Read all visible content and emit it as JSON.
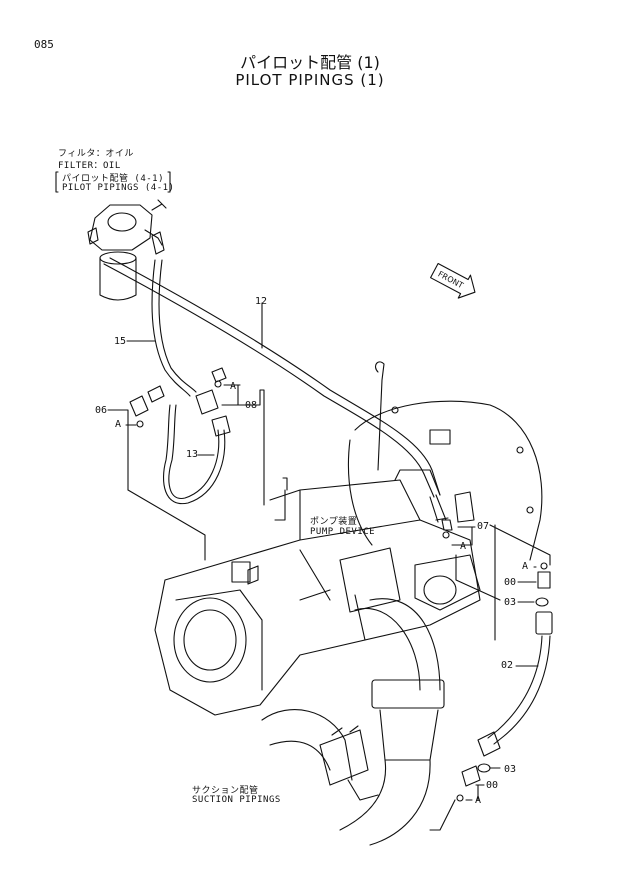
{
  "page_number": "085",
  "title_jp": "パイロット配管 (1)",
  "title_en": "PILOT PIPINGS (1)",
  "labels": {
    "filter_jp": "フィルタ：オイル",
    "filter_en": "FILTER：OIL",
    "pilot_jp": "パイロット配管 (4-1)",
    "pilot_en": "PILOT PIPINGS (4-1)",
    "front": "FRONT",
    "pump_jp": "ポンプ装置",
    "pump_en": "PUMP DEVICE",
    "suction_jp": "サクション配管",
    "suction_en": "SUCTION PIPINGS"
  },
  "callouts": {
    "c12": "12",
    "c15": "15",
    "c06": "06",
    "cA1": "A",
    "cA2": "A",
    "c08": "08",
    "c13": "13",
    "c07": "07",
    "cA3": "A",
    "cA4": "A",
    "c00a": "00",
    "c03a": "03",
    "c02": "02",
    "c03b": "03",
    "c00b": "00",
    "cA5": "A"
  }
}
